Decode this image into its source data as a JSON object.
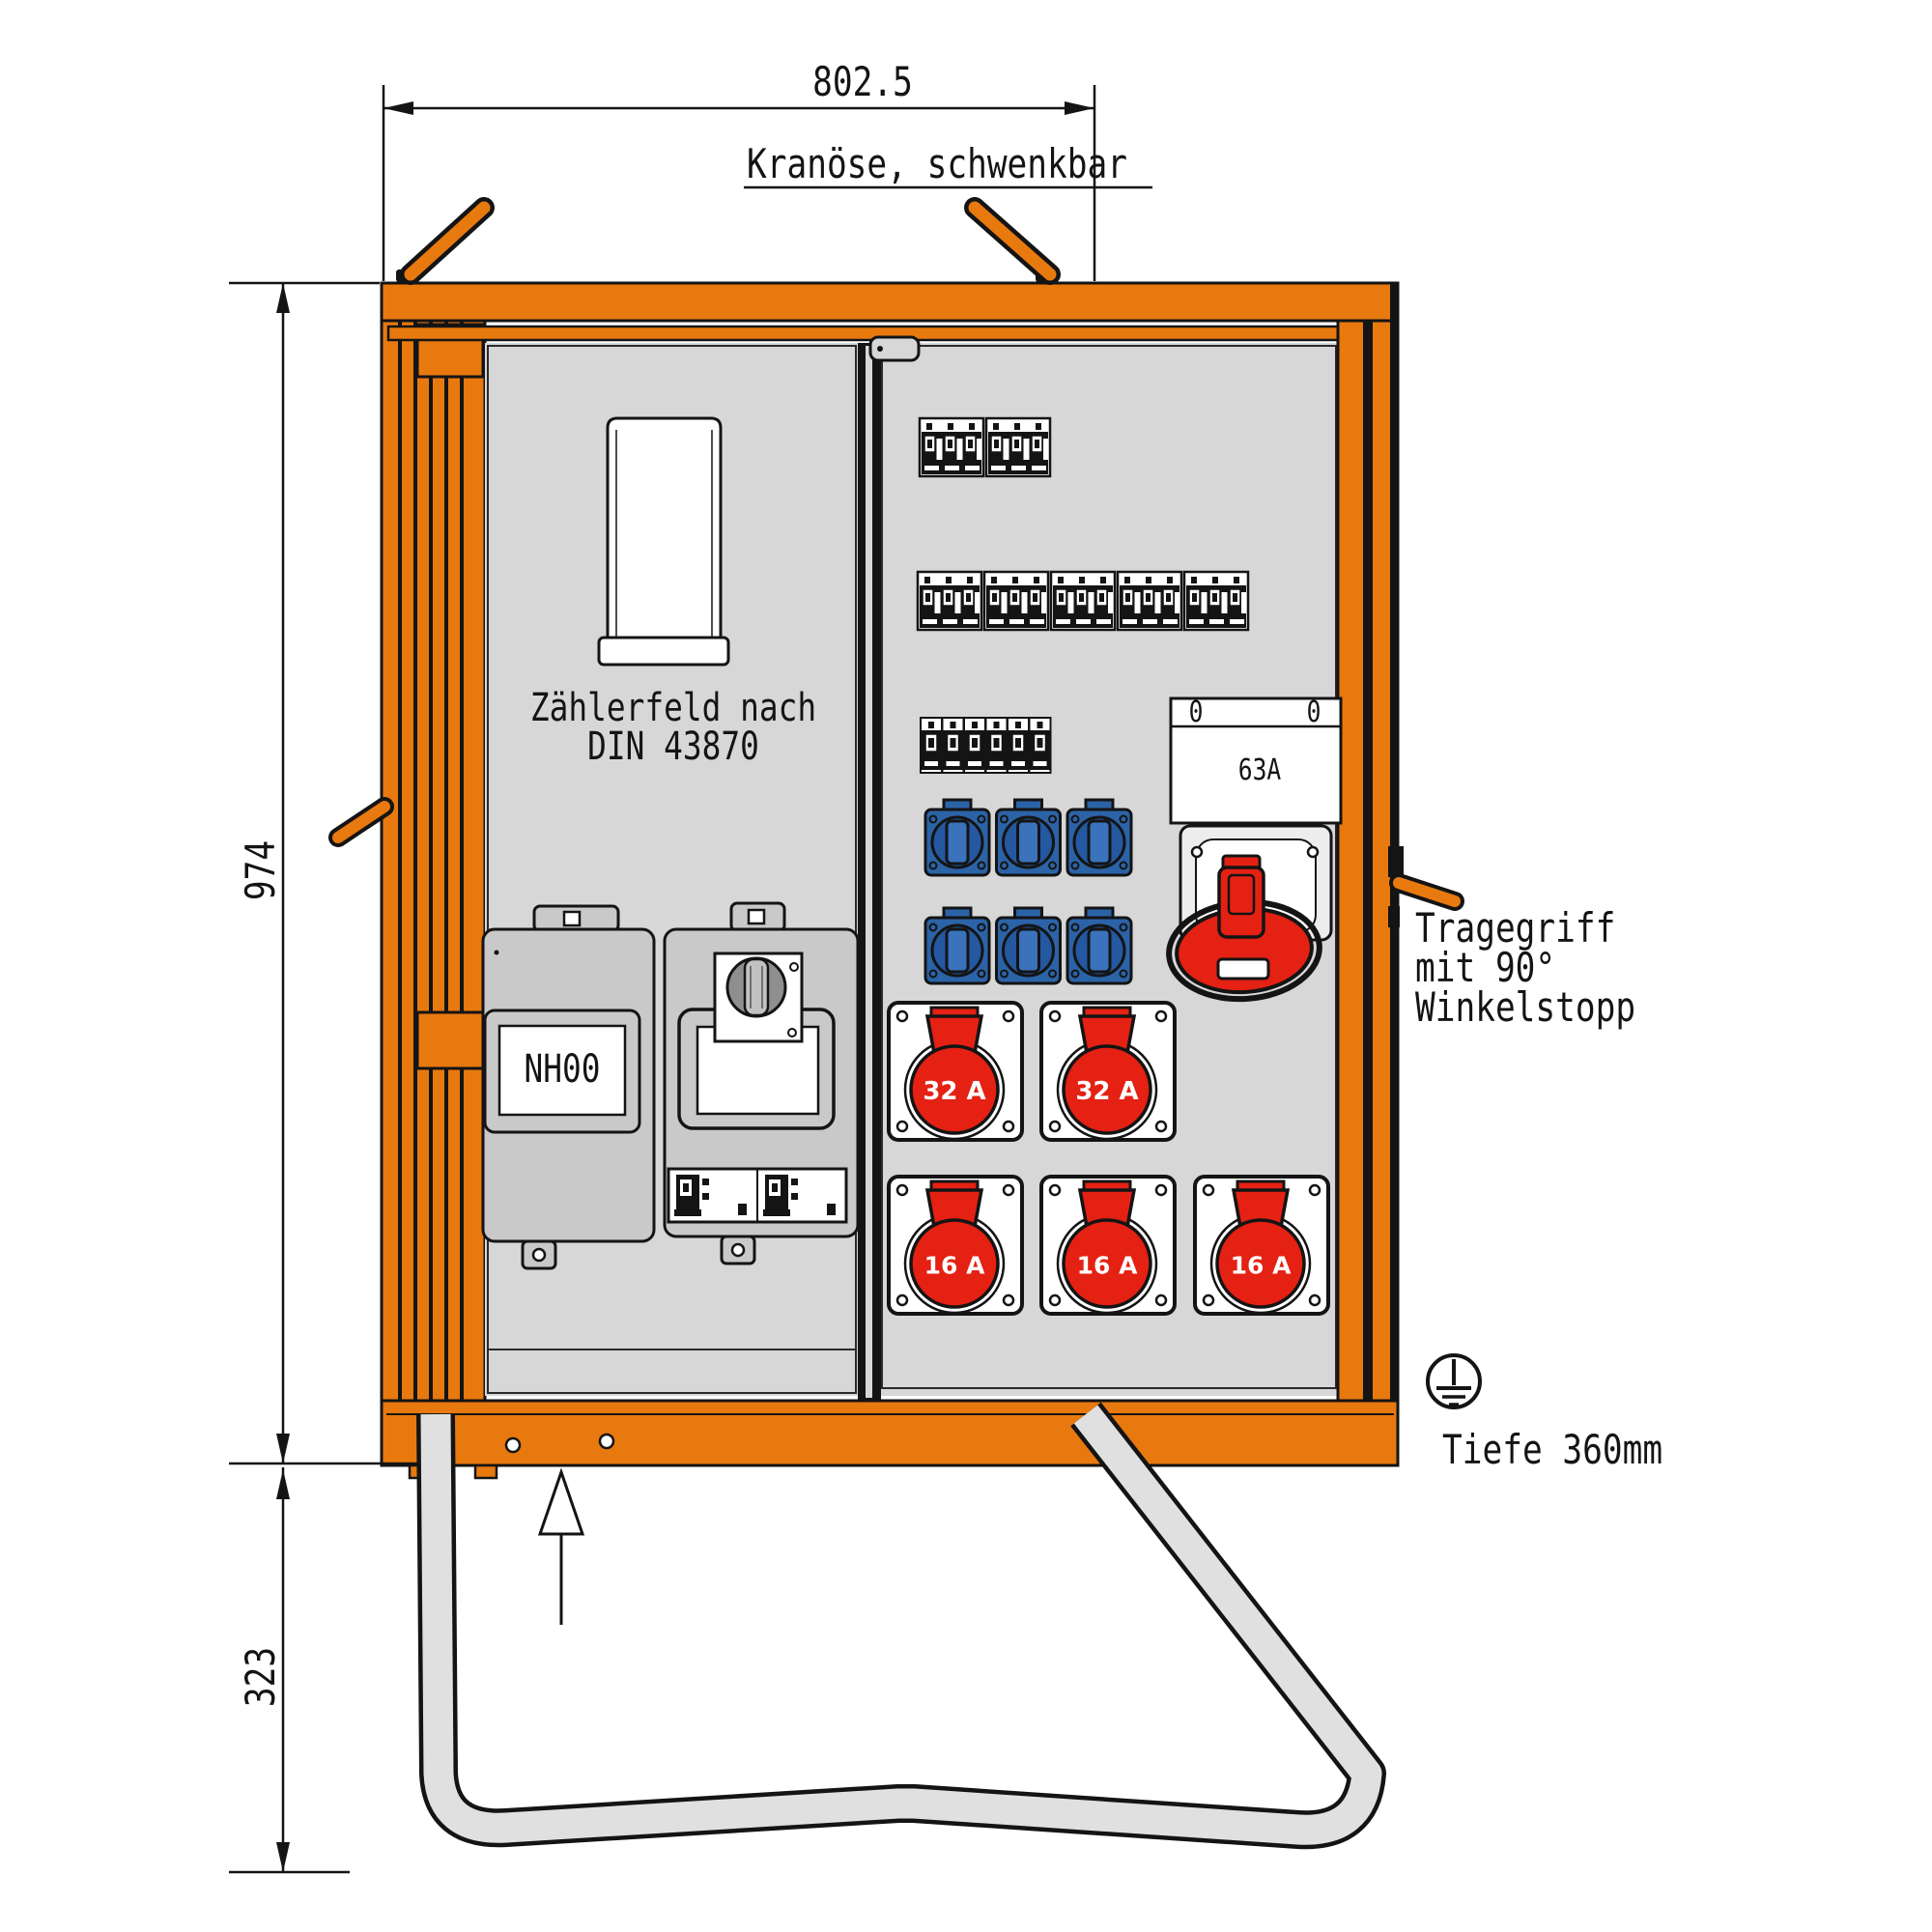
{
  "dimensions": {
    "width": "802.5",
    "height": "974",
    "stand_height": "323",
    "depth_note": "Tiefe 360mm"
  },
  "labels": {
    "crane": "Kranöse, schwenkbar",
    "meter_field_line1": "Zählerfeld nach",
    "meter_field_line2": "DIN 43870",
    "carry_handle_line1": "Tragegriff",
    "carry_handle_line2": "mit 90°",
    "carry_handle_line3": "Winkelstopp"
  },
  "components": {
    "nh_fuse_label": "NH00",
    "main_switch_label": "63A",
    "main_switch_zero_left": "0",
    "main_switch_zero_right": "0",
    "cee_32a_sockets": [
      {
        "label": "32 A"
      },
      {
        "label": "32 A"
      }
    ],
    "cee_16a_sockets": [
      {
        "label": "16 A"
      },
      {
        "label": "16 A"
      },
      {
        "label": "16 A"
      }
    ],
    "cee_63a_socket_count": 1,
    "schuko_socket_count": 6,
    "breaker_rows": [
      {
        "row": 1,
        "groups": 2,
        "poles_per_group": 3
      },
      {
        "row": 2,
        "groups": 5,
        "poles_per_group": 3
      },
      {
        "row": 3,
        "groups": 6,
        "poles_per_group": 1
      }
    ]
  },
  "colors": {
    "orange": "#E8790F",
    "red": "#E42113",
    "blue": "#2B63A7",
    "panel_gray": "#D7D7D7",
    "module_gray": "#C9C9C9",
    "line": "#141414"
  }
}
